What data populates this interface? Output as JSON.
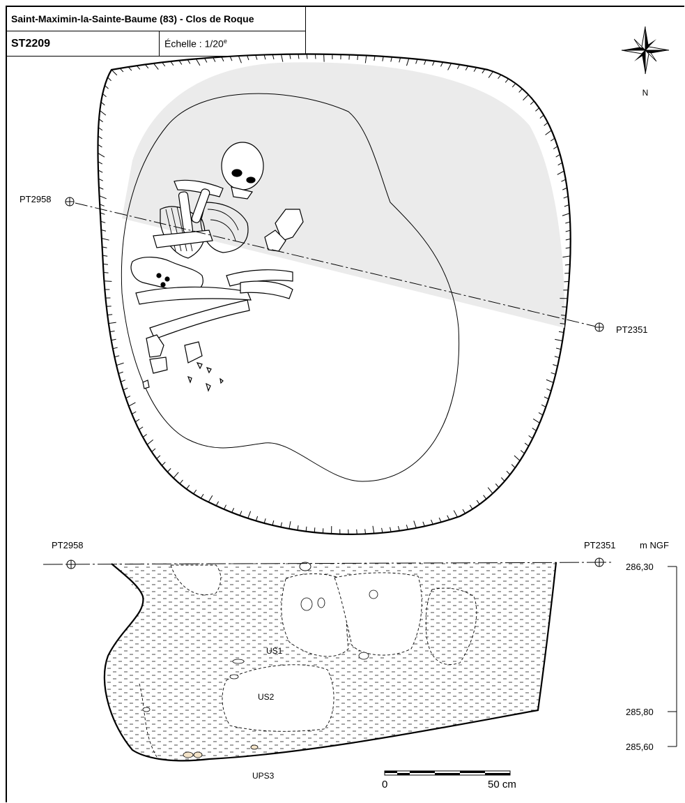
{
  "header": {
    "site": "Saint-Maximin-la-Sainte-Baume (83) - Clos de Roque",
    "feature_id": "ST2209",
    "scale_label": "Échelle : 1/20",
    "scale_superscript": "e"
  },
  "north_label": "N",
  "plan": {
    "point_left": "PT2958",
    "point_right": "PT2351"
  },
  "section": {
    "point_left": "PT2958",
    "point_right": "PT2351",
    "elevation_unit": "m NGF",
    "elevations": [
      "286,30",
      "285,80",
      "285,60"
    ],
    "layers": [
      "US1",
      "US2",
      "UPS3"
    ]
  },
  "scale_bar": {
    "start_label": "0",
    "end_label": "50 cm"
  }
}
